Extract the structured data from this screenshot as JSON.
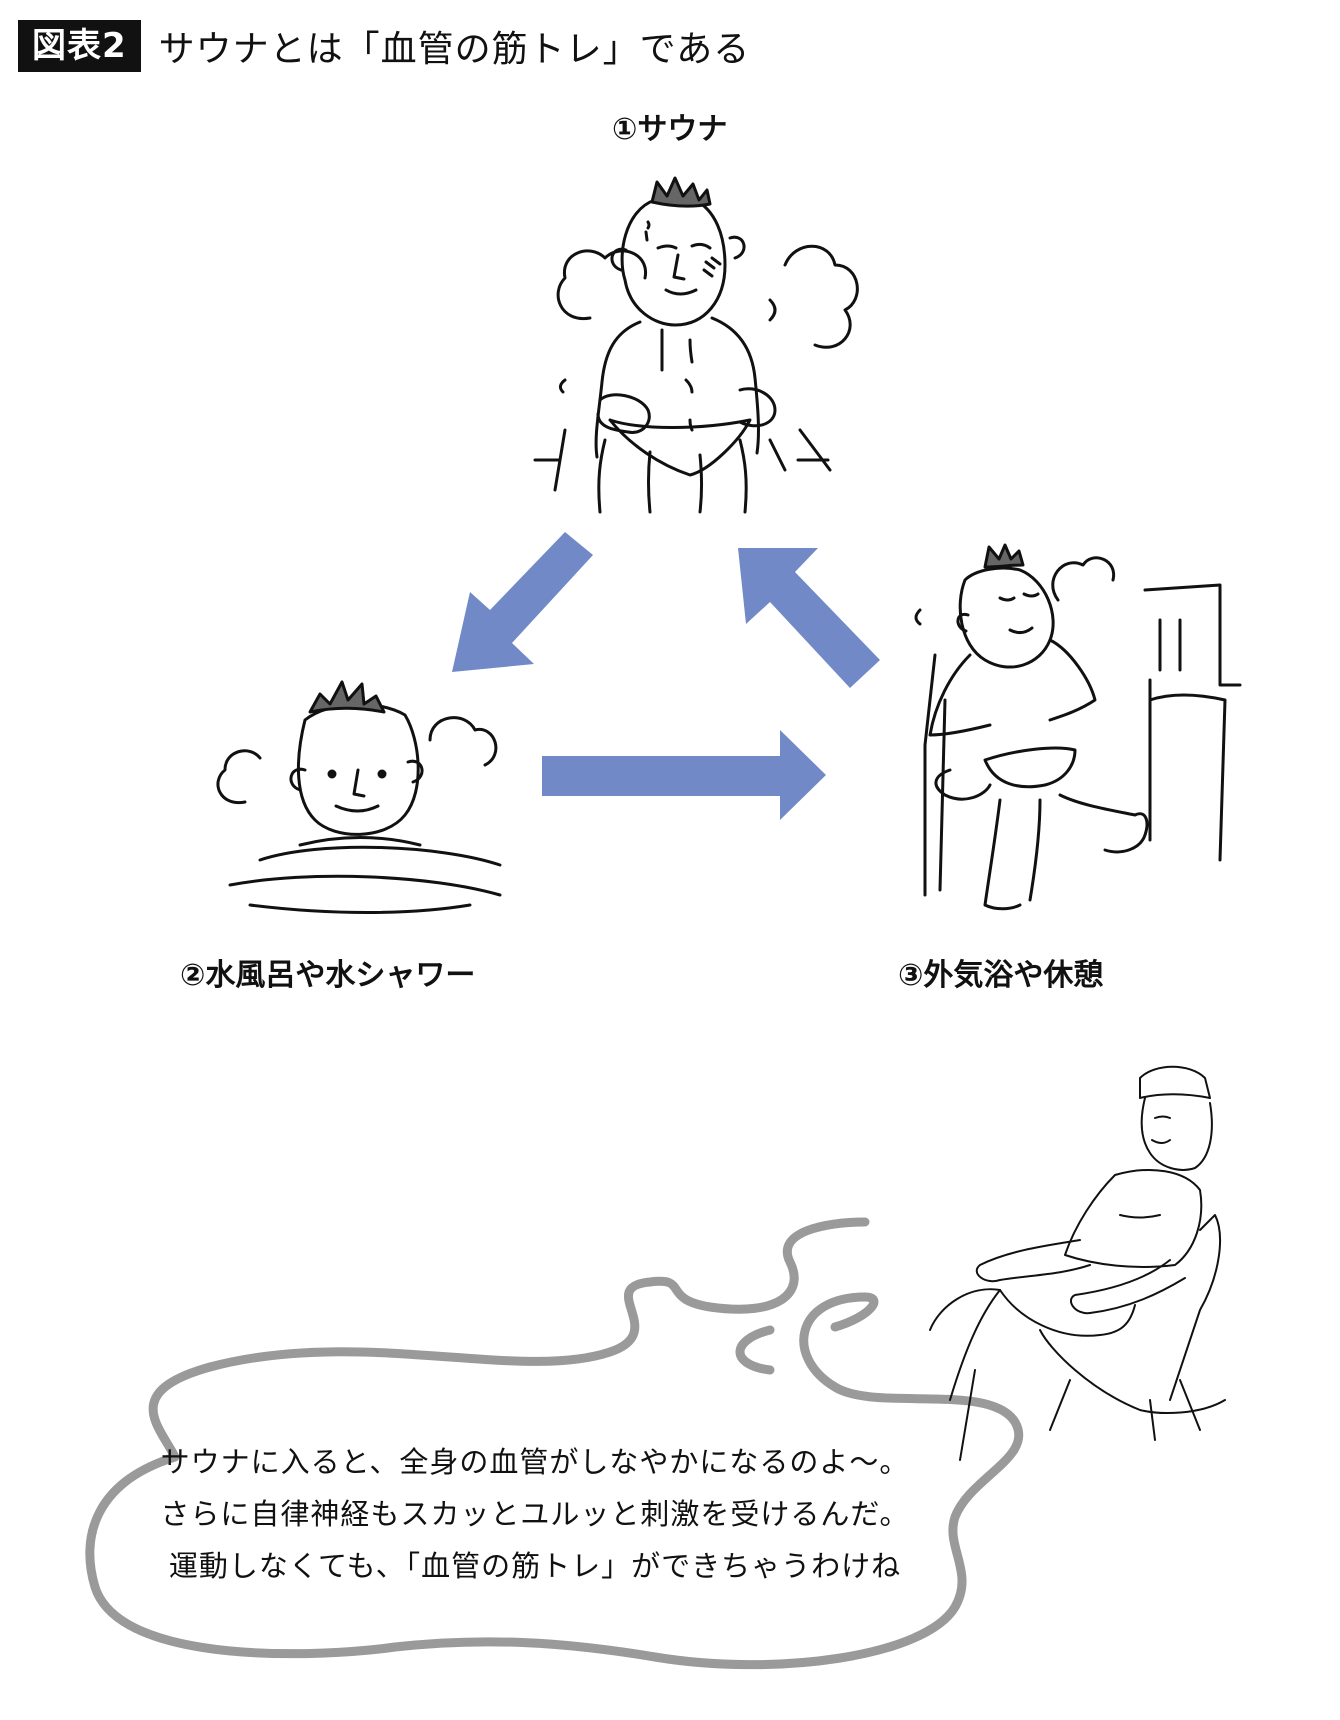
{
  "header": {
    "figure_label": "図表2",
    "title": "サウナとは「血管の筋トレ」である"
  },
  "diagram": {
    "steps": [
      {
        "label": "①サウナ"
      },
      {
        "label": "②水風呂や水シャワー"
      },
      {
        "label": "③外気浴や休憩"
      }
    ],
    "arrow_color": "#7189c6"
  },
  "speech": {
    "lines": [
      "サウナに入ると、全身の血管がしなやかになるのよ〜。",
      "さらに自律神経もスカッとユルッと刺激を受けるんだ。",
      "運動しなくても、「血管の筋トレ」ができちゃうわけね"
    ]
  }
}
